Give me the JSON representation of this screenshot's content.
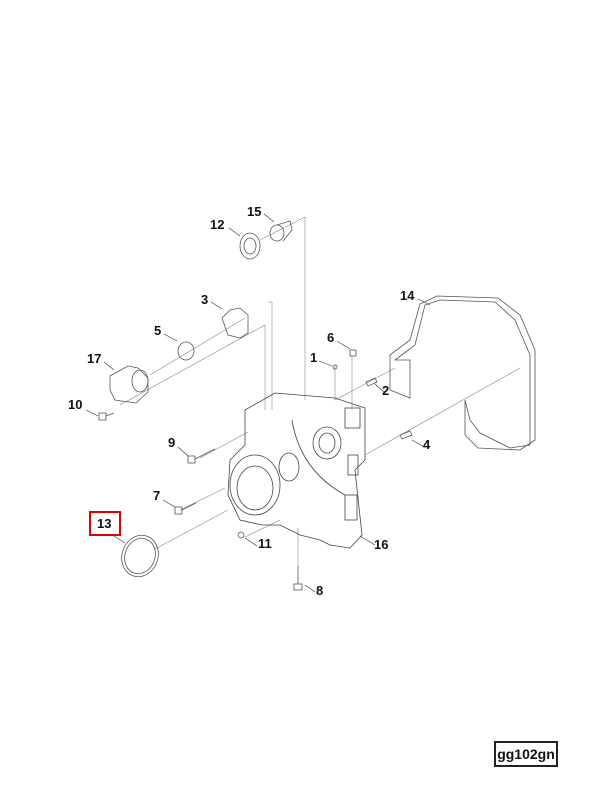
{
  "diagram": {
    "highlighted_part": "13",
    "highlight_color": "#e00000",
    "reference_code": "gg102gn",
    "callouts": {
      "p1": "1",
      "p2": "2",
      "p3": "3",
      "p4": "4",
      "p5": "5",
      "p6": "6",
      "p7": "7",
      "p8": "8",
      "p9": "9",
      "p10": "10",
      "p11": "11",
      "p12": "12",
      "p13": "13",
      "p14": "14",
      "p15": "15",
      "p16": "16",
      "p17": "17"
    }
  }
}
